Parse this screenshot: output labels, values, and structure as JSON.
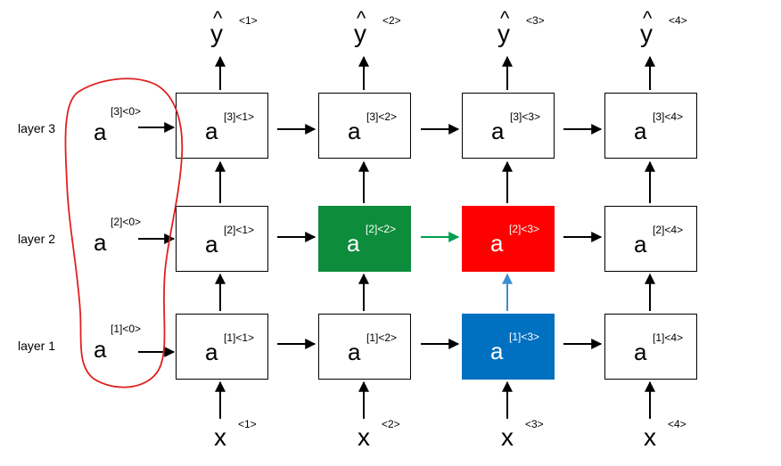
{
  "layers": [
    {
      "label": "layer 3",
      "init_symbol": "a",
      "init_sup": "[3]<0>"
    },
    {
      "label": "layer 2",
      "init_symbol": "a",
      "init_sup": "[2]<0>"
    },
    {
      "label": "layer 1",
      "init_symbol": "a",
      "init_sup": "[1]<0>"
    }
  ],
  "cells": {
    "symbol": "a",
    "rows": [
      [
        "[3]<1>",
        "[3]<2>",
        "[3]<3>",
        "[3]<4>"
      ],
      [
        "[2]<1>",
        "[2]<2>",
        "[2]<3>",
        "[2]<4>"
      ],
      [
        "[1]<1>",
        "[1]<2>",
        "[1]<3>",
        "[1]<4>"
      ]
    ]
  },
  "outputs": {
    "hat": "^",
    "symbol": "y",
    "sups": [
      "<1>",
      "<2>",
      "<3>",
      "<4>"
    ]
  },
  "inputs": {
    "symbol": "x",
    "sups": [
      "<1>",
      "<2>",
      "<3>",
      "<4>"
    ]
  },
  "colors": {
    "highlight_green": "#0d8c3c",
    "highlight_red": "#ff0000",
    "highlight_blue": "#0070c0",
    "arrow_green": "#00a050",
    "arrow_blue": "#3a8fd0",
    "annotation_circle": "#e02020"
  }
}
